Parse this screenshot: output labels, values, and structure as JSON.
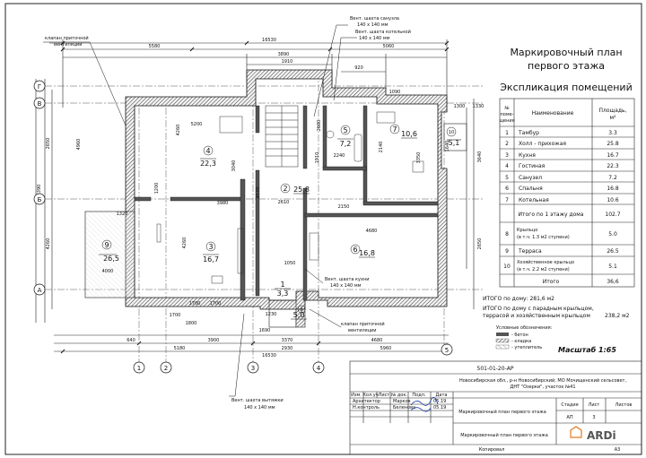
{
  "title": {
    "line1": "Маркировочный план",
    "line2": "первого этажа"
  },
  "explication": {
    "heading": "Экспликация помещений",
    "headers": {
      "num": "№ поме-щения",
      "name": "Наименование",
      "area": "Площадь, м²"
    },
    "rows": [
      {
        "num": "1",
        "name": "Тамбур",
        "area": "3.3"
      },
      {
        "num": "2",
        "name": "Холл - прихожая",
        "area": "25.8"
      },
      {
        "num": "3",
        "name": "Кухня",
        "area": "16.7"
      },
      {
        "num": "4",
        "name": "Гостиная",
        "area": "22.3"
      },
      {
        "num": "5",
        "name": "Санузел",
        "area": "7.2"
      },
      {
        "num": "6",
        "name": "Спальня",
        "area": "16.8"
      },
      {
        "num": "7",
        "name": "Котельная",
        "area": "10.6"
      }
    ],
    "subtotal": {
      "label": "Итого по 1 этажу дома",
      "area": "102.7"
    },
    "extra_rows": [
      {
        "num": "8",
        "name": "Крыльцо (в т.ч. 1.3 м2 ступени)",
        "area": "5.0"
      },
      {
        "num": "9",
        "name": "Терраса",
        "area": "26.5"
      },
      {
        "num": "10",
        "name": "Хозяйственное крыльцо (в т.ч. 2.2 м2 ступени)",
        "area": "5.1"
      }
    ],
    "total": {
      "label": "Итого",
      "area": "36,6"
    }
  },
  "summary": {
    "line1": "ИТОГО по дому: 281,6 м2",
    "line2a": "ИТОГО по дому с парадным крыльцом,",
    "line2b": "террасой и хозяйственным крыльцом",
    "line2_value": "238,2 м2"
  },
  "legend": {
    "title": "Условные обозначения:",
    "items": [
      "- бетон",
      "- кладка",
      "- утеплитель"
    ]
  },
  "scale": "Масштаб 1:65",
  "stamp": {
    "code": "501-01-20-АР",
    "address": "Новосибирская обл., р-н Новосибирский, МО Мочищенский сельсовет, ДНТ \"Озерки\", участок №41",
    "header_cells": [
      "Изм.",
      "Кол.уч",
      "Лист",
      "№ док.",
      "Подп.",
      "Дата"
    ],
    "people": [
      {
        "role": "Архитектор",
        "name": "Марков",
        "date": "05.19"
      },
      {
        "role": "Н.контроль",
        "name": "Беленова",
        "date": "05.19"
      }
    ],
    "drawing_name": "Маркировочный план первого этажа",
    "stage_label": "Стадия",
    "sheet_label": "Лист",
    "sheets_label": "Листов",
    "stage": "АП",
    "sheet": "3",
    "company": "ARDi",
    "copied": "Копировал",
    "format": "А3"
  },
  "rooms": [
    {
      "num": "1",
      "area": "3,3"
    },
    {
      "num": "2",
      "area": "25,8"
    },
    {
      "num": "3",
      "area": "16,7"
    },
    {
      "num": "4",
      "area": "22,3"
    },
    {
      "num": "5",
      "area": "7,2"
    },
    {
      "num": "6",
      "area": "16,8"
    },
    {
      "num": "7",
      "area": "10,6"
    },
    {
      "num": "8",
      "area": "5,0"
    },
    {
      "num": "9",
      "area": "26,5"
    },
    {
      "num": "10",
      "area": "5,1"
    }
  ],
  "axes": {
    "letters": [
      "Г",
      "В",
      "Б",
      "А"
    ],
    "numbers": [
      "1",
      "2",
      "3",
      "4",
      "5"
    ]
  },
  "dimensions": {
    "top_overall": "16530",
    "top_left": "5580",
    "top_mid": "3890",
    "top_right": "5060",
    "top_small1": "1910",
    "top_small2": "920",
    "bottom_overall": "16530",
    "bottom_left": "3900",
    "bottom_left2": "5180",
    "bottom_mid": "3370",
    "bottom_mid2": "2930",
    "bottom_right": "4680",
    "bottom_right2": "5960",
    "bottom_left_outer": "640",
    "left_a": "4260",
    "left_b": "2650",
    "left_c": "6390",
    "right_a": "3640",
    "right_b": "2650"
  },
  "labels": {
    "vent_bath": "Вент. шахта санузла",
    "vent_bath_size": "140 х 140 мм",
    "vent_boiler": "Вент. шахта котельной",
    "vent_boiler_size": "140 х 140 мм",
    "vent_valve_top1": "клапан приточной",
    "vent_valve_top2": "вентиляции",
    "vent_kitchen": "Вент. шахта кухни",
    "vent_kitchen_size": "140 х 140 мм",
    "vent_valve_bot1": "клапан приточной",
    "vent_valve_bot2": "вентиляции",
    "vent_exhaust": "Вент. шахта вытяжки",
    "vent_exhaust_size": "140 х 140 мм"
  }
}
